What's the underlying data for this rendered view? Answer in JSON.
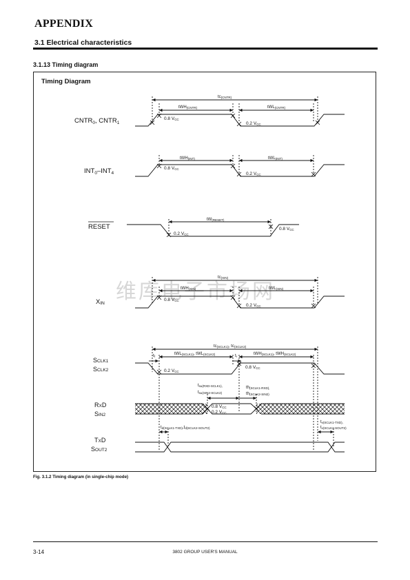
{
  "header": {
    "appendix": "APPENDIX",
    "section": "3.1 Electrical characteristics",
    "subsection": "3.1.13 Timing diagram"
  },
  "frame": {
    "title": "Timing Diagram"
  },
  "watermark": "维库电子市场网",
  "signals": {
    "cntr": {
      "name": "CNTR",
      "sub0": "0",
      "sep": ", CNTR",
      "sub1": "1",
      "period": "tc",
      "period_sub": "(CNTR)",
      "high": "tWH",
      "high_sub": "(CNTR)",
      "low": "tWL",
      "low_sub": "(CNTR)",
      "v_high": "0.8 V",
      "v_high_sub": "CC",
      "v_low": "0.2 V",
      "v_low_sub": "CC"
    },
    "int": {
      "name": "INT",
      "sub0": "0",
      "sep": "–INT",
      "sub1": "4",
      "high": "tWH",
      "high_sub": "(INT)",
      "low": "tWL",
      "low_sub": "(INT)",
      "v_high": "0.8 V",
      "v_high_sub": "CC",
      "v_low": "0.2 V",
      "v_low_sub": "CC"
    },
    "reset": {
      "name": "RESET",
      "width": "tW",
      "width_sub": "(RESET)",
      "v_low": "0.2 V",
      "v_low_sub": "CC",
      "v_high": "0.8 V",
      "v_high_sub": "CC"
    },
    "xin": {
      "name": "X",
      "sub": "IN",
      "period": "tc",
      "period_sub": "(XIN)",
      "high": "tWH",
      "high_sub": "(XIN)",
      "low": "tWL",
      "low_sub": "(XIN)",
      "v_high": "0.8 V",
      "v_high_sub": "CC",
      "v_low": "0.2 V",
      "v_low_sub": "CC"
    },
    "sclk": {
      "name1": "S",
      "name1_sub": "CLK1",
      "name2": "S",
      "name2_sub": "CLK2",
      "period": "tc",
      "period_sub": "(SCLK1)",
      "period_sep": ", tc",
      "period_sub2": "(SCLK2)",
      "low": "tWL",
      "low_sub": "(SCLK1)",
      "low_sep": ", tWL",
      "low_sub2": "(SCLK2)",
      "high": "tWH",
      "high_sub": "(SCLK1)",
      "high_sep": ", tWH",
      "high_sub2": "(SCLK2)",
      "fall": "t",
      "fall_sub": "f",
      "rise": "t",
      "rise_sub": "r",
      "v_low": "0.2 V",
      "v_low_sub": "CC",
      "v_high": "0.8 V",
      "v_high_sub": "CC"
    },
    "rxd": {
      "name1": "R",
      "name1_mid": "X",
      "name1_end": "D",
      "name2": "S",
      "name2_sub": "IN2",
      "su1": "t",
      "su1_sub": "su(RXD-SCLK1),",
      "su2": "t",
      "su2_sub": "su(SIN2-SCLK2)",
      "h1": "th",
      "h1_sub": "(SCLK1-RXD),",
      "h2": "th",
      "h2_sub": "(SCLK2-SIN2)",
      "v_high": "0.8 V",
      "v_high_sub": "CC",
      "v_low": "0.2 V",
      "v_low_sub": "CC"
    },
    "txd": {
      "name1": "T",
      "name1_mid": "X",
      "name1_end": "D",
      "name2": "S",
      "name2_sub": "OUT2",
      "d1": "t",
      "d1_sub": "d(SCLK1-TXD)",
      "d_sep": ",t",
      "d2_sub": "d(SCLK2-SOUT2)",
      "v1": "t",
      "v1_sub": "v(SCLK1-TXD),",
      "v2": "t",
      "v2_sub": "v(SCLK2-SOUT2)"
    }
  },
  "caption": "Fig. 3.1.2  Timing diagram (in single-chip mode)",
  "footer": {
    "page": "3-14",
    "manual": "3802 GROUP USER'S MANUAL"
  }
}
